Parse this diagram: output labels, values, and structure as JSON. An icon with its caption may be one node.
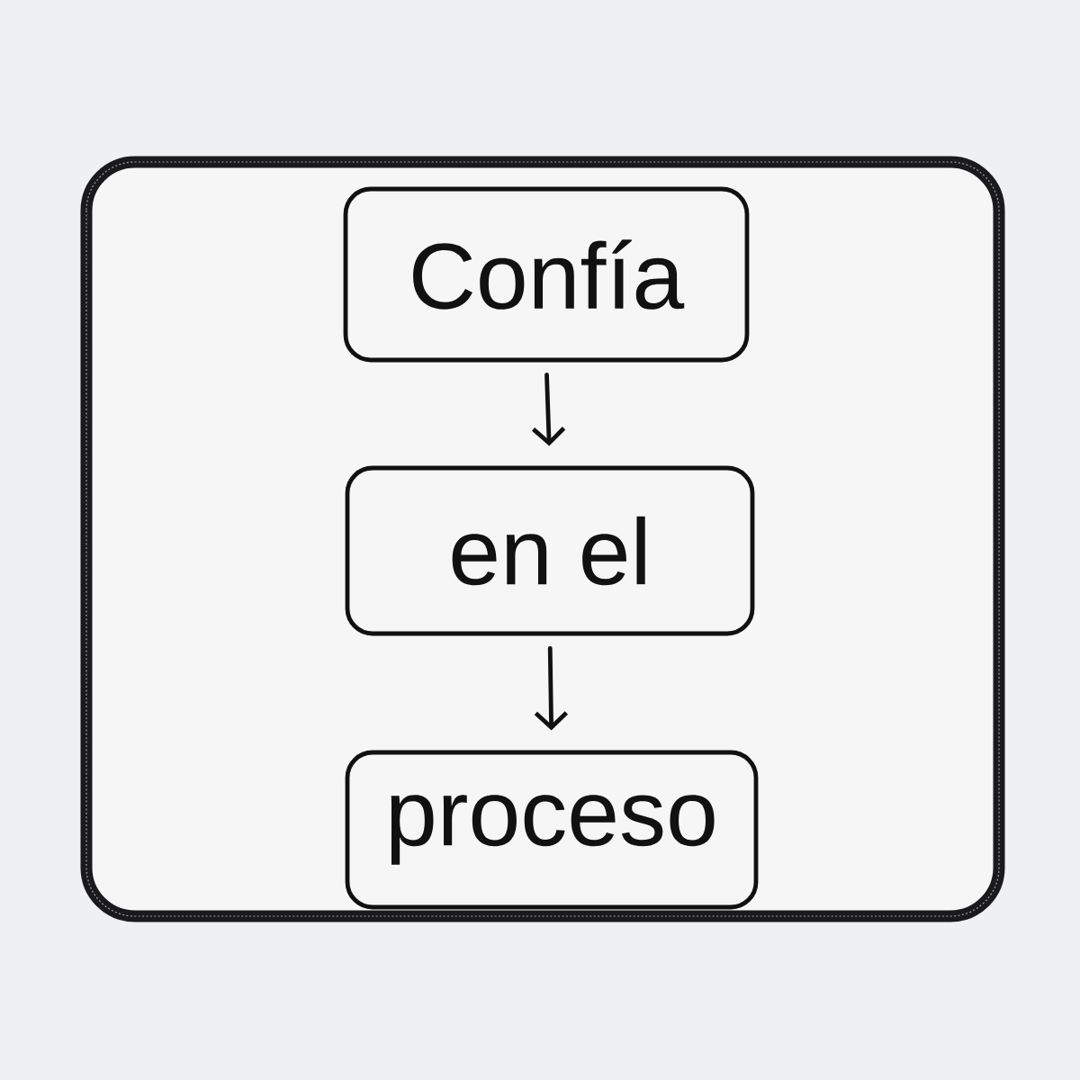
{
  "diagram": {
    "nodes": [
      {
        "text": [
          "Confía"
        ]
      },
      {
        "text": [
          "en el"
        ]
      },
      {
        "text": [
          "proceso"
        ]
      }
    ],
    "edges": [
      {
        "from": 0,
        "to": 1,
        "arrow": "to"
      },
      {
        "from": 1,
        "to": 2,
        "arrow": "to"
      }
    ]
  }
}
